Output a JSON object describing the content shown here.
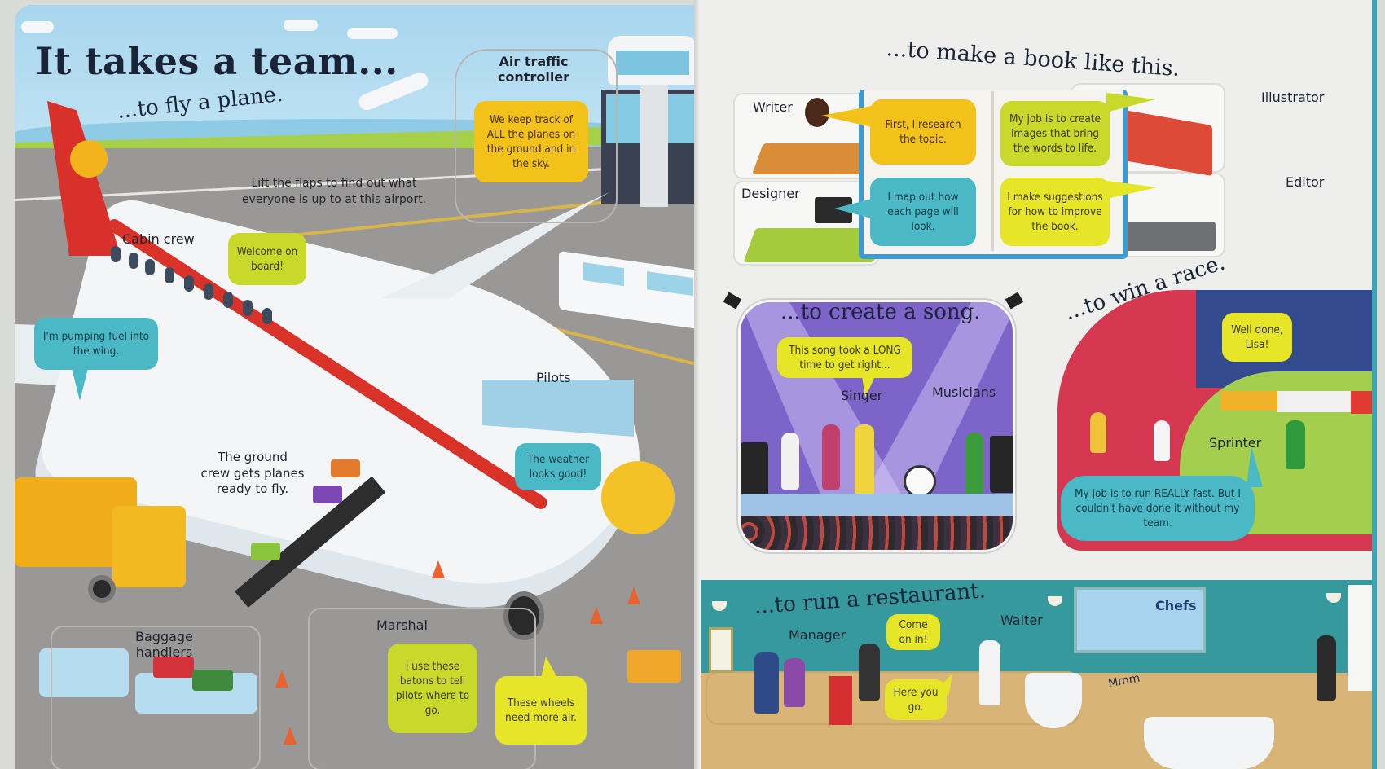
{
  "left_page": {
    "title": "It takes a team...",
    "subtitle": "...to fly a plane.",
    "intro": "Lift the flaps to find out what everyone is up to at this airport.",
    "intro_line1": "Lift the flaps to find out what",
    "intro_line2": "everyone is up to at this airport.",
    "labels": {
      "air_traffic_controller_1": "Air traffic",
      "air_traffic_controller_2": "controller",
      "cabin_crew": "Cabin crew",
      "pilots": "Pilots",
      "ground_crew_1": "The ground",
      "ground_crew_2": "crew gets planes",
      "ground_crew_3": "ready to fly.",
      "baggage_handlers_1": "Baggage",
      "baggage_handlers_2": "handlers",
      "marshal": "Marshal"
    },
    "bubbles": {
      "atc": "We keep track of ALL the planes on the ground and in the sky.",
      "cabin_crew": "Welcome on board!",
      "fuel": "I'm pumping fuel into the wing.",
      "pilots": "The weather looks good!",
      "marshal": "I use these batons to tell pilots where to go.",
      "wheels": "These wheels need more air."
    }
  },
  "right_page": {
    "book": {
      "heading": "...to make a book like this.",
      "roles": {
        "writer": "Writer",
        "designer": "Designer",
        "illustrator": "Illustrator",
        "editor": "Editor"
      },
      "bubbles": {
        "writer": "First, I research the topic.",
        "illustrator": "My job is to create images that bring the words to life.",
        "designer": "I map out how each page will look.",
        "editor": "I make suggestions for how to improve the book."
      }
    },
    "song": {
      "heading": "...to create a song.",
      "singer": "Singer",
      "musicians": "Musicians",
      "bubble": "This song took a LONG time to get right..."
    },
    "race": {
      "heading": "...to win a race.",
      "sprinter": "Sprinter",
      "bubble_fans": "Well done, Lisa!",
      "bubble_sprinter": "My job is to run REALLY fast. But I couldn't have done it without my team."
    },
    "restaurant": {
      "heading": "...to run a restaurant.",
      "manager": "Manager",
      "waiter": "Waiter",
      "chefs": "Chefs",
      "mmm": "Mmm",
      "bubble_manager": "Come on in!",
      "bubble_waiter": "Here you go."
    }
  },
  "colors": {
    "bubble_yellow": "#f2c21a",
    "bubble_lime": "#c9d92c",
    "bubble_lemon": "#e6e527",
    "bubble_teal": "#4ab9c5",
    "plane_red": "#d8302a",
    "sky": "#a8d6ee",
    "tarmac": "#9a9896",
    "stage_purple": "#7d64c8",
    "track_red": "#d53750",
    "restaurant_teal": "#35999e"
  }
}
